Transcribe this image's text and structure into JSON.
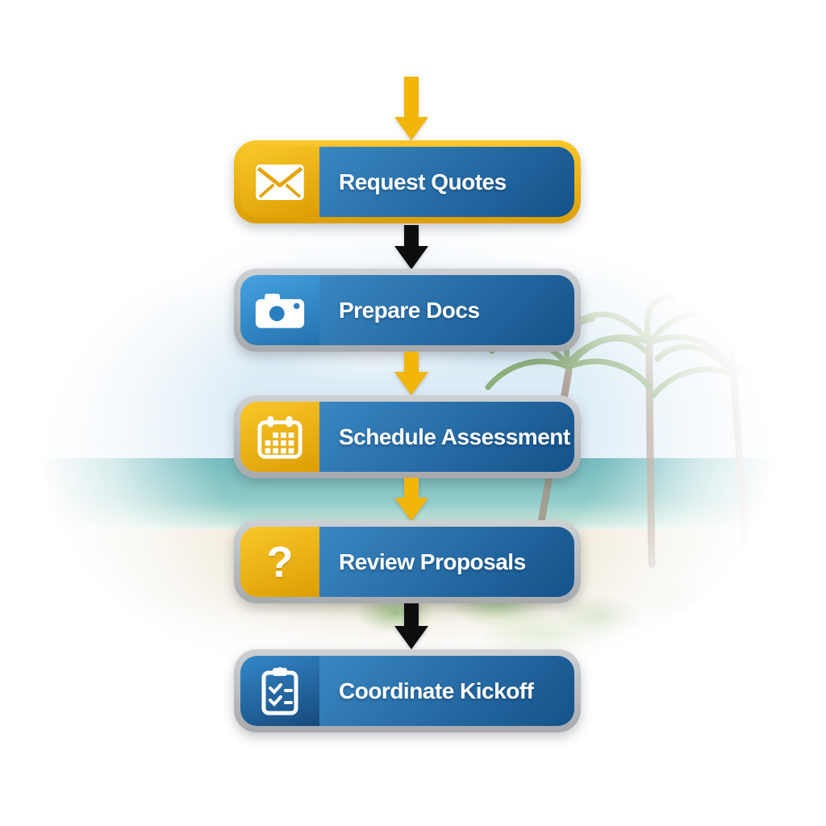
{
  "flowchart": {
    "steps": [
      {
        "label": "Request Quotes",
        "icon": "envelope-icon",
        "border": "gold",
        "icon_bg": "gold"
      },
      {
        "label": "Prepare Docs",
        "icon": "camera-icon",
        "border": "silver",
        "icon_bg": "light-blue"
      },
      {
        "label": "Schedule Assessment",
        "icon": "calendar-icon",
        "border": "silver",
        "icon_bg": "gold"
      },
      {
        "label": "Review Proposals",
        "icon": "question-icon",
        "border": "silver",
        "icon_bg": "gold"
      },
      {
        "label": "Coordinate Kickoff",
        "icon": "clipboard-icon",
        "border": "silver",
        "icon_bg": "blue"
      }
    ],
    "arrows": [
      {
        "position": "above-step-1",
        "color": "gold"
      },
      {
        "position": "step-1-to-2",
        "color": "black"
      },
      {
        "position": "step-2-to-3",
        "color": "gold"
      },
      {
        "position": "step-3-to-4",
        "color": "gold"
      },
      {
        "position": "step-4-to-5",
        "color": "black"
      }
    ],
    "question_glyph": "?"
  },
  "background": {
    "description": "beach-photo-faded",
    "elements": [
      "sky-with-clouds",
      "ocean",
      "sand",
      "green-shrubs",
      "palm-trees"
    ]
  },
  "colors": {
    "gold": "#f2b50a",
    "gold_light": "#f9c72b",
    "gold_deep": "#dc9e03",
    "blue_top": "#3a87c2",
    "blue_bottom": "#14528a",
    "blue_light_top": "#46a2e2",
    "blue_light_bottom": "#2272ad",
    "blue_icon_top": "#3488c9",
    "blue_icon_bottom": "#16497c",
    "silver_light": "#ced1d3",
    "silver_dark": "#a7aaad",
    "arrow_black": "#0d0d0d",
    "label_text": "#ffffff"
  }
}
